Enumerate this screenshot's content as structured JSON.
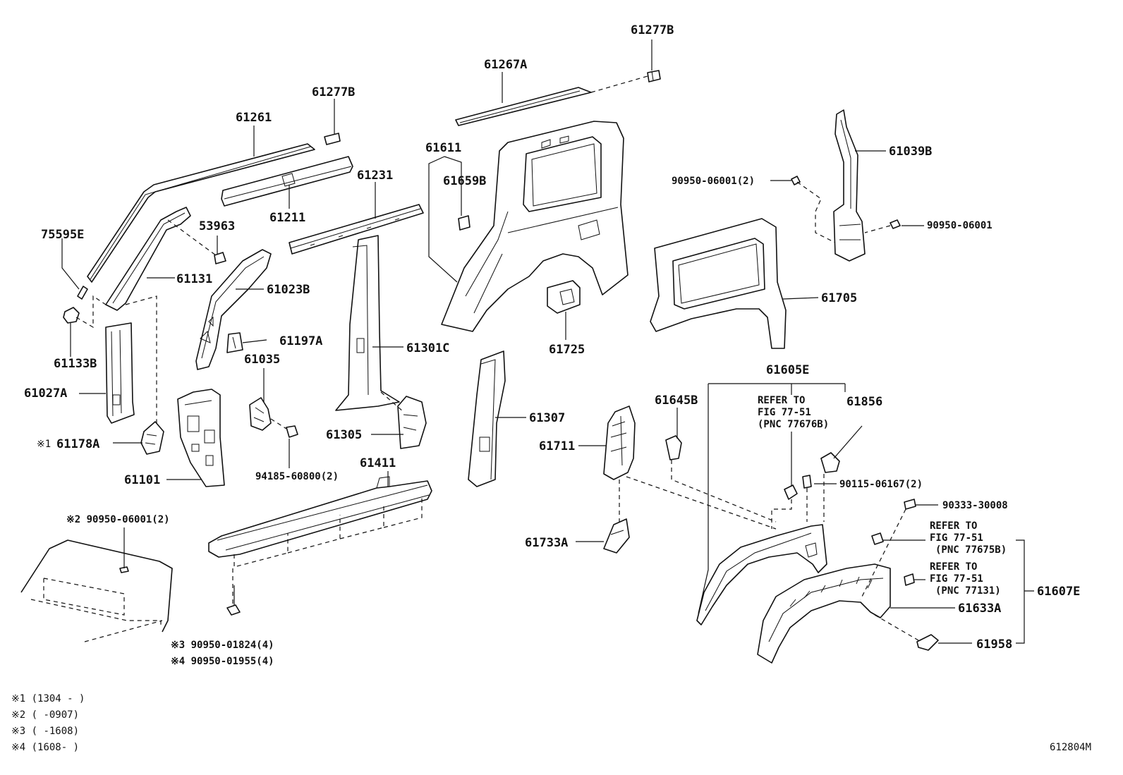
{
  "labels": {
    "p61277B_top": "61277B",
    "p61267A": "61267A",
    "p61277B_mid": "61277B",
    "p61261": "61261",
    "p61611": "61611",
    "p61659B": "61659B",
    "p61231": "61231",
    "p61211": "61211",
    "p53963": "53963",
    "p75595E": "75595E",
    "p61131": "61131",
    "p61023B": "61023B",
    "p61133B": "61133B",
    "p61197A": "61197A",
    "p61035": "61035",
    "p61301C": "61301C",
    "p61725": "61725",
    "p61039B": "61039B",
    "p90950_06001_2": "90950-06001(2)",
    "p90950_06001": "90950-06001",
    "p61705": "61705",
    "p61027A": "61027A",
    "p61178A": "61178A",
    "p61178A_mark": "※1",
    "p61101": "61101",
    "p94185_60800": "94185-60800(2)",
    "p61305": "61305",
    "p61411": "61411",
    "p61307": "61307",
    "p61605E": "61605E",
    "p61645B": "61645B",
    "p61856": "61856",
    "p61711": "61711",
    "p90115_06167": "90115-06167(2)",
    "p90333_30008": "90333-30008",
    "p61733A": "61733A",
    "p61607E": "61607E",
    "p61633A": "61633A",
    "p61958": "61958",
    "s2_label": "※2 90950-06001(2)",
    "s3_label": "※3 90950-01824(4)",
    "s4_label": "※4 90950-01955(4)"
  },
  "refers": {
    "r1": [
      "REFER TO",
      "FIG 77-51",
      "(PNC 77676B)"
    ],
    "r2": [
      "REFER TO",
      "FIG 77-51",
      "(PNC 77675B)"
    ],
    "r3": [
      "REFER TO",
      "FIG 77-51",
      "(PNC 77131)"
    ]
  },
  "notes": {
    "n1": "※1 (1304 -     )",
    "n2": "※2 (      -0907)",
    "n3": "※3 (      -1608)",
    "n4": "※4 (1608-     )"
  },
  "figure_id": "612804M"
}
